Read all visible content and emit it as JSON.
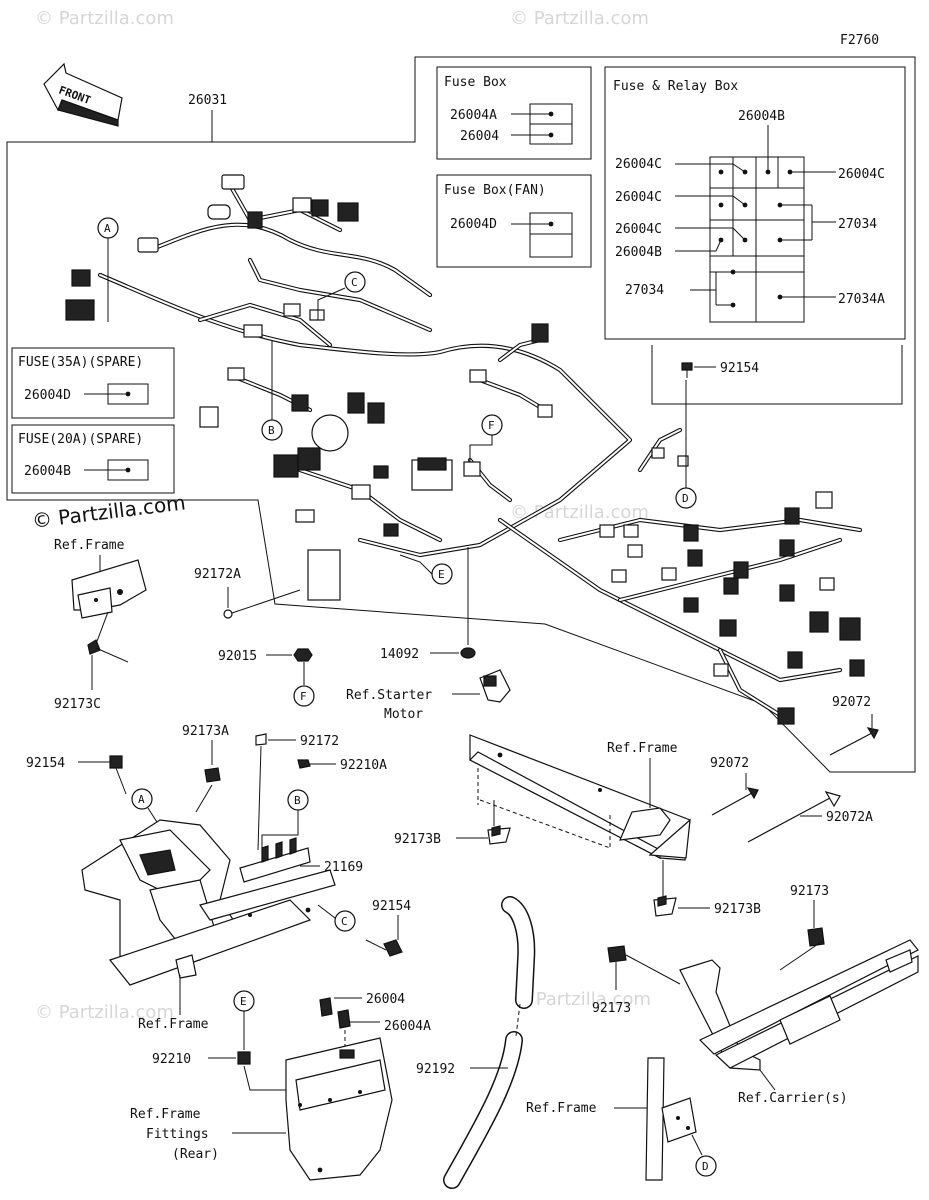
{
  "figure_code": "F2760",
  "front_label": "FRONT",
  "watermarks": {
    "top_left": "© Partzilla.com",
    "top_right": "© Partzilla.com",
    "center": "© Partzilla.com",
    "bottom_left": "© Partzilla.com",
    "bottom_center": "© Partzilla.com",
    "dark": "© Partzilla.com"
  },
  "main_harness": "26031",
  "fuse_box": {
    "title": "Fuse Box",
    "parts": [
      "26004A",
      "26004"
    ]
  },
  "fuse_box_fan": {
    "title": "Fuse Box(FAN)",
    "parts": [
      "26004D"
    ]
  },
  "fuse_relay_box": {
    "title": "Fuse & Relay Box",
    "left_labels": [
      "26004C",
      "26004C",
      "26004C",
      "26004B",
      "27034"
    ],
    "top_label": "26004B",
    "right_labels": [
      "26004C",
      "27034",
      "27034A"
    ]
  },
  "spare_fuses": [
    {
      "title": "FUSE(35A)(SPARE)",
      "part": "26004D"
    },
    {
      "title": "FUSE(20A)(SPARE)",
      "part": "26004B"
    }
  ],
  "callouts": [
    "A",
    "B",
    "C",
    "D",
    "E",
    "F",
    "A",
    "B",
    "C",
    "D",
    "E",
    "F"
  ],
  "labels": {
    "p92154_top": "92154",
    "p92172a": "92172A",
    "p92015": "92015",
    "p14092": "14092",
    "ref_starter": "Ref.Starter",
    "ref_starter_2": "Motor",
    "ref_frame_1": "Ref.Frame",
    "p92173c": "92173C",
    "p92072_r": "92072",
    "p92154_l": "92154",
    "p92173a": "92173A",
    "p92172": "92172",
    "p92210a": "92210A",
    "p21169": "21169",
    "p92154_m": "92154",
    "ref_frame_2": "Ref.Frame",
    "p26004": "26004",
    "p26004a": "26004A",
    "p92210": "92210",
    "ref_frame_fit_1": "Ref.Frame",
    "ref_frame_fit_2": "Fittings",
    "ref_frame_fit_3": "(Rear)",
    "ref_frame_3": "Ref.Frame",
    "p92173b_l": "92173B",
    "p92173b_r": "92173B",
    "p92072_m": "92072",
    "p92072a": "92072A",
    "p92173_r": "92173",
    "p92173_l": "92173",
    "ref_carrier": "Ref.Carrier(s)",
    "p92192": "92192",
    "ref_frame_4": "Ref.Frame"
  }
}
